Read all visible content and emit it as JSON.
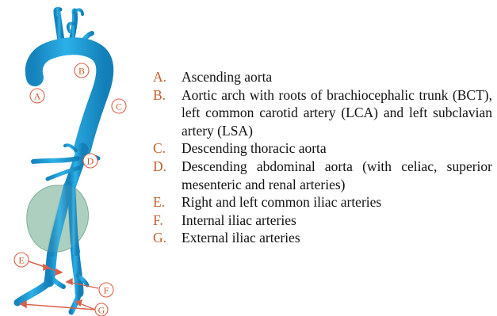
{
  "figure": {
    "vessel_color": "#1e9fd6",
    "vessel_highlight": "#3fc0ef",
    "aneurysm_color": "#9fc7b4",
    "marker_color": "#d9604a",
    "label_color": "#c0602c",
    "markers": {
      "A": "A",
      "B": "B",
      "C": "C",
      "D": "D",
      "E": "E",
      "F": "F",
      "G": "G"
    }
  },
  "legend": {
    "items": [
      {
        "letter": "A.",
        "text": "Ascending aorta"
      },
      {
        "letter": "B.",
        "text": "Aortic arch with roots of brachiocephalic trunk (BCT), left common carotid artery (LCA) and left subclavian artery (LSA)"
      },
      {
        "letter": "C.",
        "text": "Descending thoracic aorta"
      },
      {
        "letter": "D.",
        "text": "Descending abdominal aorta (with celiac, superior mesenteric and renal arteries)"
      },
      {
        "letter": "E.",
        "text": "Right and left common iliac arteries"
      },
      {
        "letter": "F.",
        "text": "Internal iliac arteries"
      },
      {
        "letter": "G.",
        "text": "External iliac arteries"
      }
    ]
  }
}
